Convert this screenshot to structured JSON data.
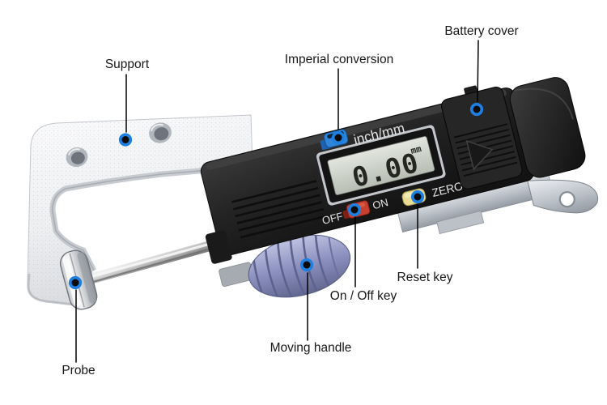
{
  "device": {
    "display_value": "0.00",
    "display_unit": "mm",
    "mode_button_label": "inch/mm",
    "off_label": "OFF",
    "on_label": "ON",
    "zero_label": "ZERO"
  },
  "annotations": [
    {
      "id": "support",
      "label": "Support"
    },
    {
      "id": "imperial-conversion",
      "label": "Imperial conversion"
    },
    {
      "id": "battery-cover",
      "label": "Battery cover"
    },
    {
      "id": "probe",
      "label": "Probe"
    },
    {
      "id": "moving-handle",
      "label": "Moving handle"
    },
    {
      "id": "on-off-key",
      "label": "On / Off key"
    },
    {
      "id": "reset-key",
      "label": "Reset key"
    }
  ],
  "colors": {
    "marker_ring": "#1d7fe0",
    "marker_center": "#0a0a0a",
    "mode_button_blue": "#2f86d8",
    "power_switch_red": "#c8402f",
    "zero_button_yellow": "#e8dc96",
    "handle_purple": "#8b90bf",
    "body_black": "#1e1e1e",
    "frame_silver": "#e9ebee",
    "lcd_face": "#ccd1c9"
  }
}
